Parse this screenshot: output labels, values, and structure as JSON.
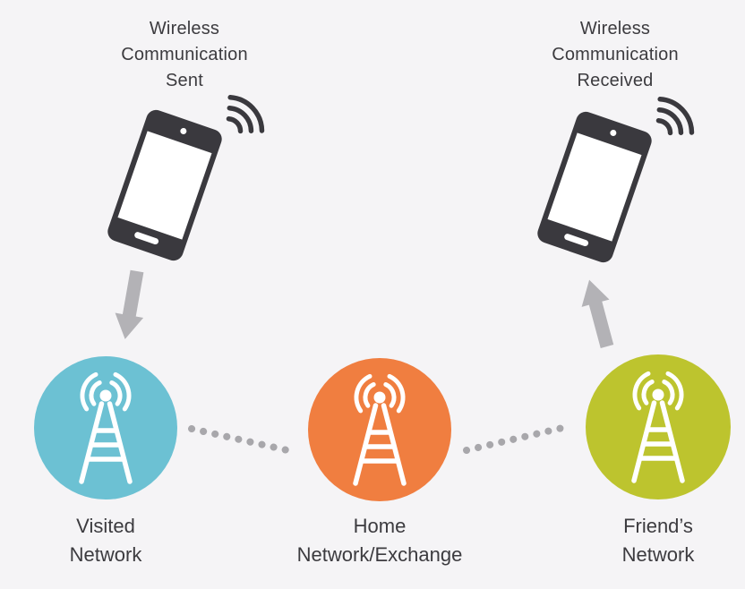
{
  "captions": {
    "sent": "Wireless\nCommunication\nSent",
    "received": "Wireless\nCommunication\nReceived"
  },
  "nodes": {
    "visited": {
      "label": "Visited\nNetwork",
      "color": "#6cc1d3"
    },
    "home": {
      "label": "Home\nNetwork/Exchange",
      "color": "#f07e40"
    },
    "friends": {
      "label": "Friend’s\nNetwork",
      "color": "#bdc42e"
    }
  },
  "icons": {
    "phone_sent": "smartphone-ringing-icon",
    "phone_received": "smartphone-ringing-icon",
    "tower": "radio-tower-icon",
    "arrow_down": "arrow-down-icon",
    "arrow_up": "arrow-up-icon",
    "dotted_link": "dotted-connector"
  },
  "colors": {
    "background": "#f5f4f6",
    "phone": "#3a393e",
    "text": "#3c3b3f",
    "arrow": "#b3b2b6",
    "dots": "#a8a7ab",
    "icon_foreground": "#ffffff"
  }
}
